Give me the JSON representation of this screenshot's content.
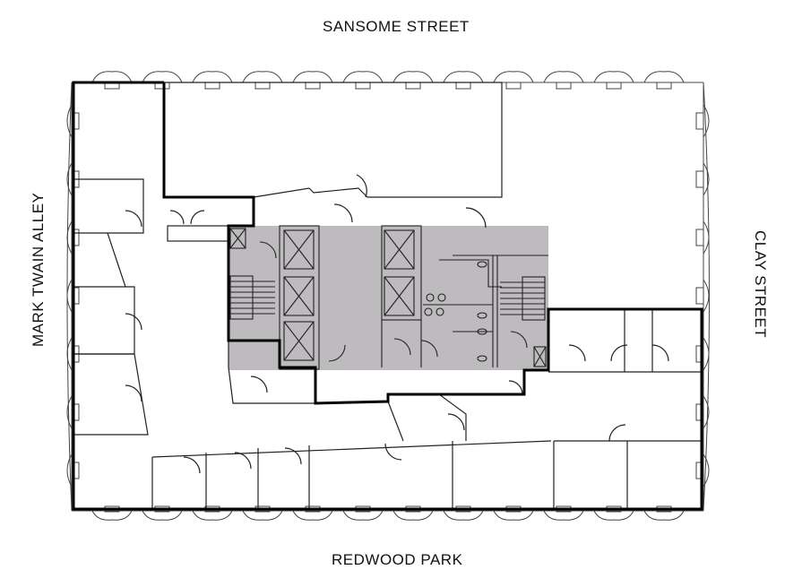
{
  "streets": {
    "north": "SANSOME STREET",
    "south": "REDWOOD PARK",
    "west": "MARK TWAIN ALLEY",
    "east": "CLAY STREET"
  },
  "colors": {
    "core_fill": "#bdbbbd",
    "walls": "#222222",
    "suite_outline": "#000000"
  }
}
